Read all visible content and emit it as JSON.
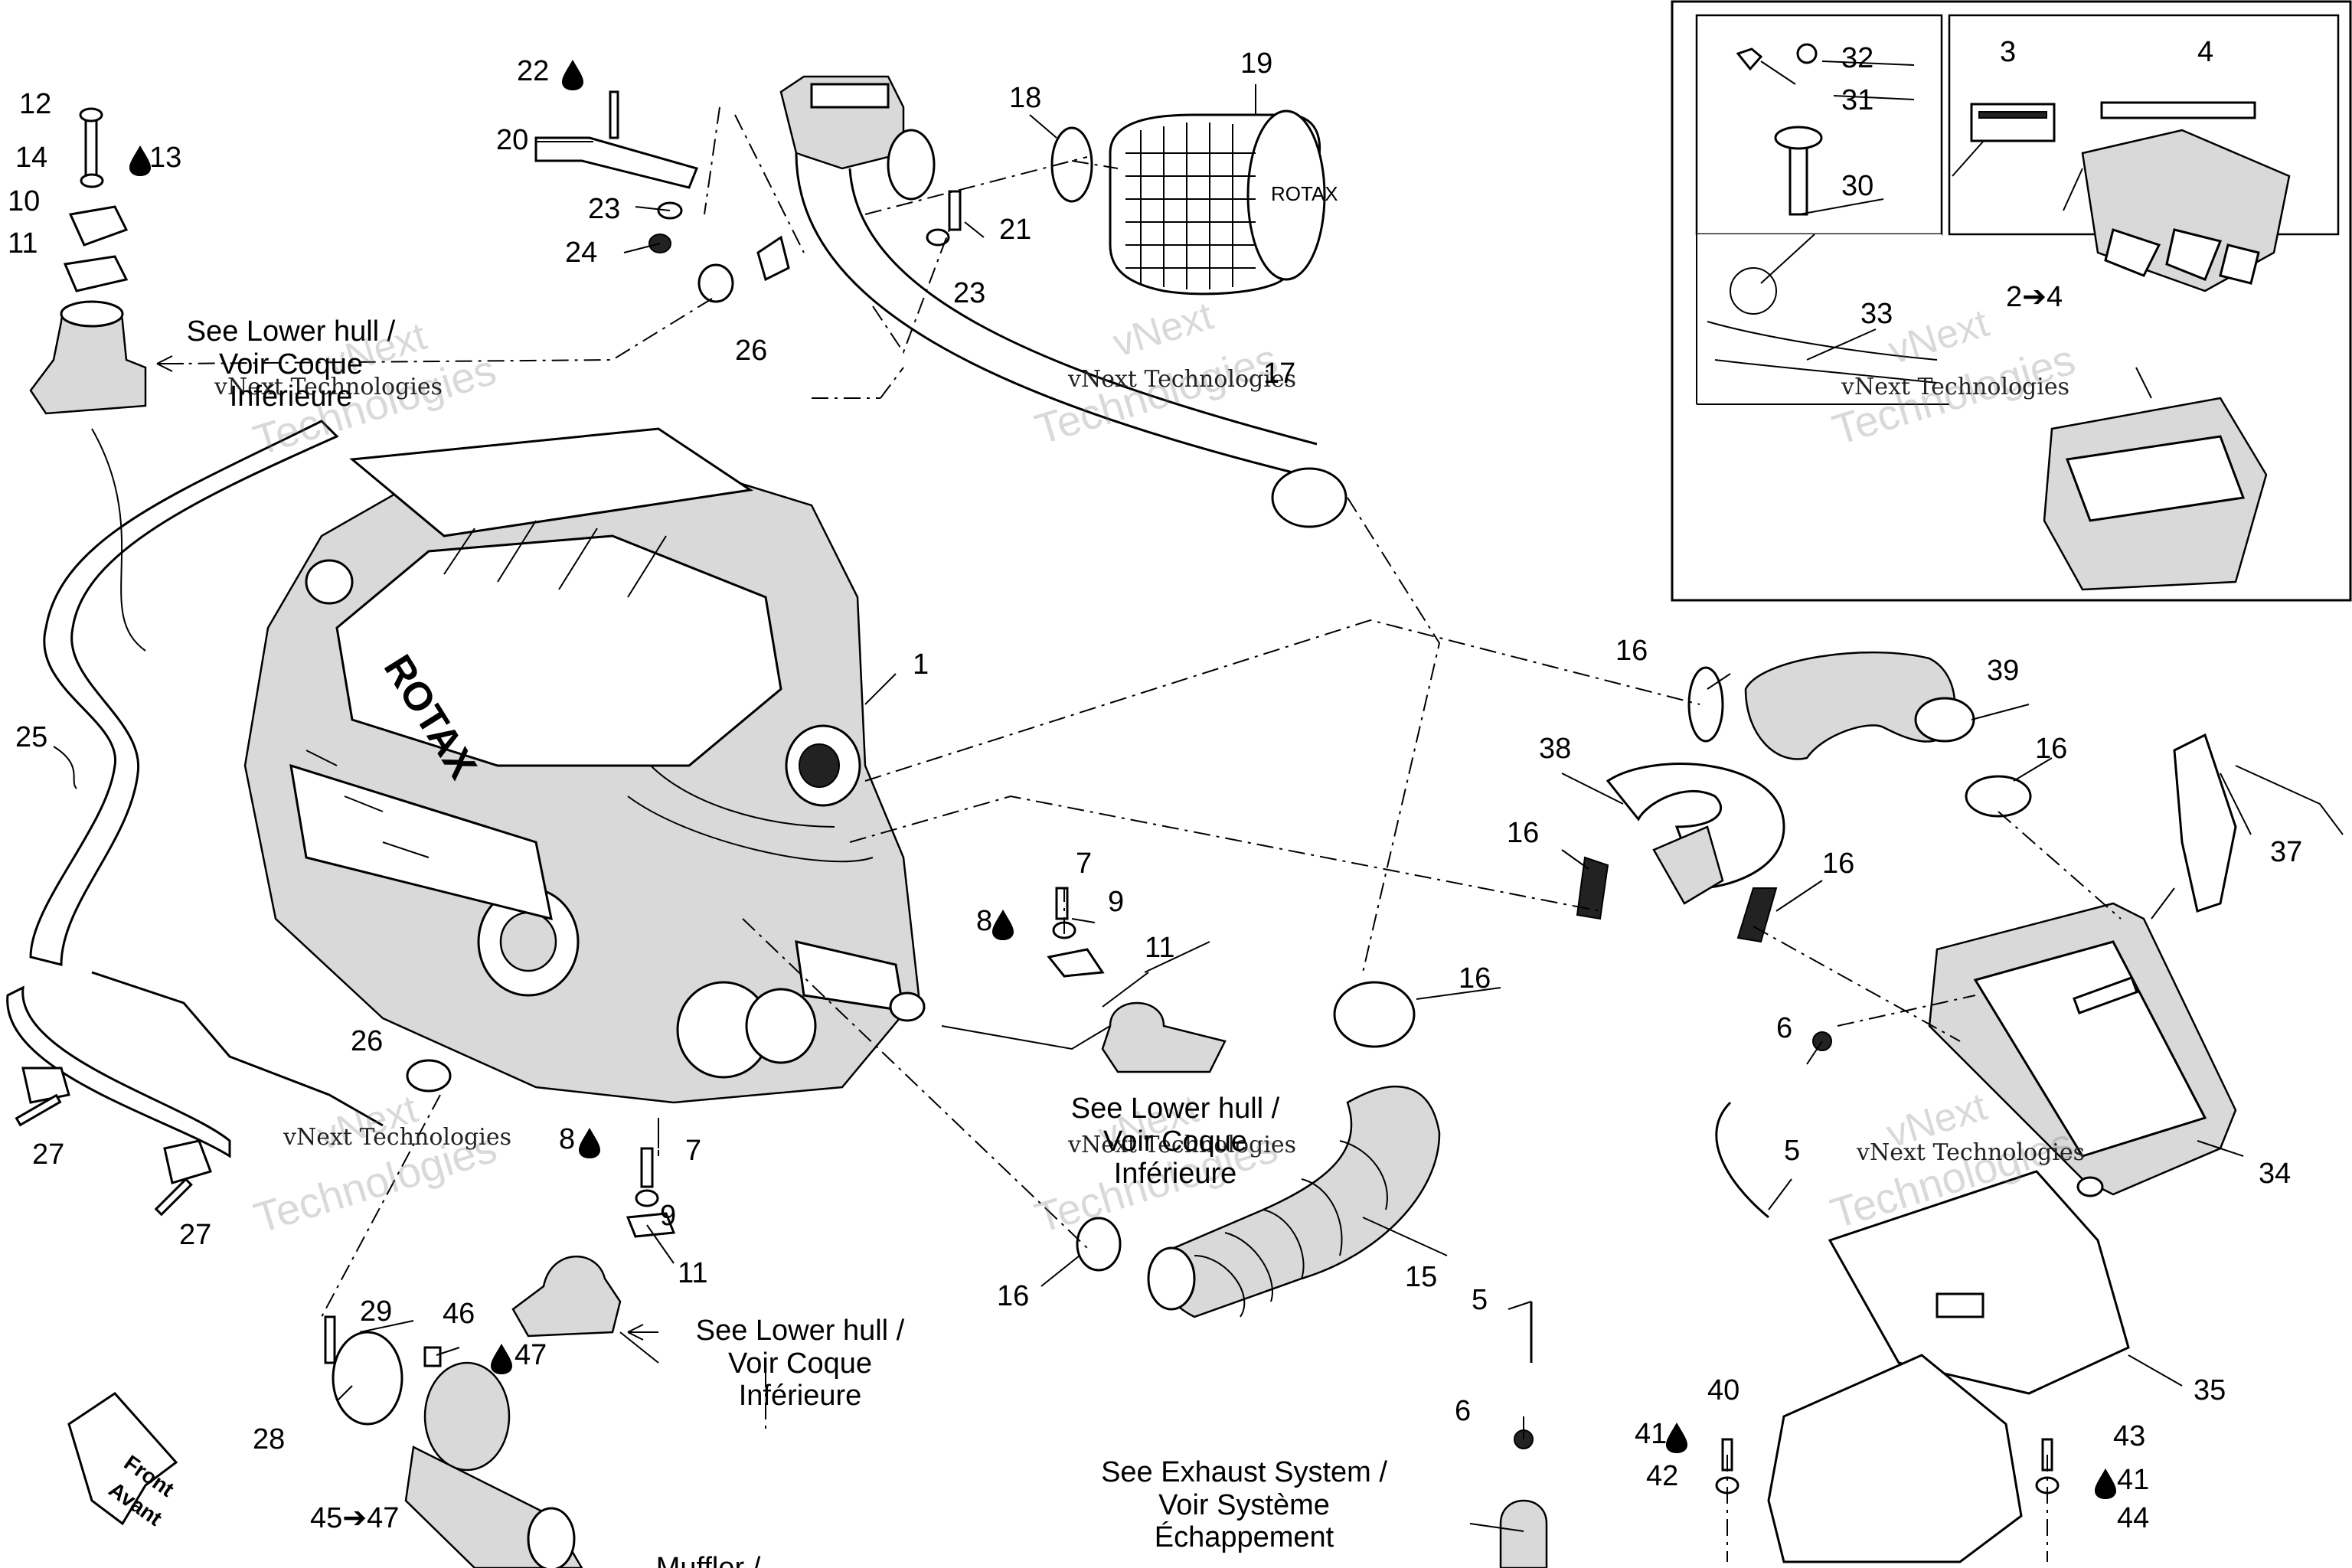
{
  "callouts": {
    "c1": "1",
    "c2to4": "2➔4",
    "c3": "3",
    "c4": "4",
    "c5a": "5",
    "c5b": "5",
    "c6a": "6",
    "c6b": "6",
    "c7a": "7",
    "c7b": "7",
    "c8a": "8",
    "c8b": "8",
    "c9a": "9",
    "c9b": "9",
    "c10": "10",
    "c11a": "11",
    "c11b": "11",
    "c11c": "11",
    "c12": "12",
    "c13": "13",
    "c14": "14",
    "c15": "15",
    "c16a": "16",
    "c16b": "16",
    "c16c": "16",
    "c16d": "16",
    "c16e": "16",
    "c16f": "16",
    "c17": "17",
    "c18": "18",
    "c19": "19",
    "c20": "20",
    "c21": "21",
    "c22": "22",
    "c23a": "23",
    "c23b": "23",
    "c24": "24",
    "c25": "25",
    "c26a": "26",
    "c26b": "26",
    "c27a": "27",
    "c27b": "27",
    "c28": "28",
    "c29": "29",
    "c30": "30",
    "c31": "31",
    "c32": "32",
    "c33": "33",
    "c34": "34",
    "c35": "35",
    "c37": "37",
    "c38": "38",
    "c39": "39",
    "c40": "40",
    "c41a": "41",
    "c41b": "41",
    "c42": "42",
    "c43": "43",
    "c44": "44",
    "c45to47": "45➔47",
    "c46": "46",
    "c47": "47"
  },
  "notes": {
    "lower_hull_1": [
      "See Lower hull /",
      "Voir Coque",
      "Inférieure"
    ],
    "lower_hull_2": [
      "See Lower hull /",
      "Voir Coque",
      "Inférieure"
    ],
    "lower_hull_3": [
      "See Lower hull /",
      "Voir Coque",
      "Inférieure"
    ],
    "exhaust": [
      "See Exhaust System /",
      "Voir Système",
      "Échappement"
    ],
    "muffler": "Muffler /",
    "front": [
      "Front",
      "Avant"
    ]
  },
  "labels": {
    "rotax_filter": "ROTAX",
    "rotax_engine": "ROTAX"
  },
  "watermarks": {
    "big": [
      "vNext",
      "Technologies"
    ],
    "small": "vNext Technologies"
  },
  "colors": {
    "line": "#000000",
    "background": "#ffffff",
    "watermark": "#b0b0b0"
  }
}
